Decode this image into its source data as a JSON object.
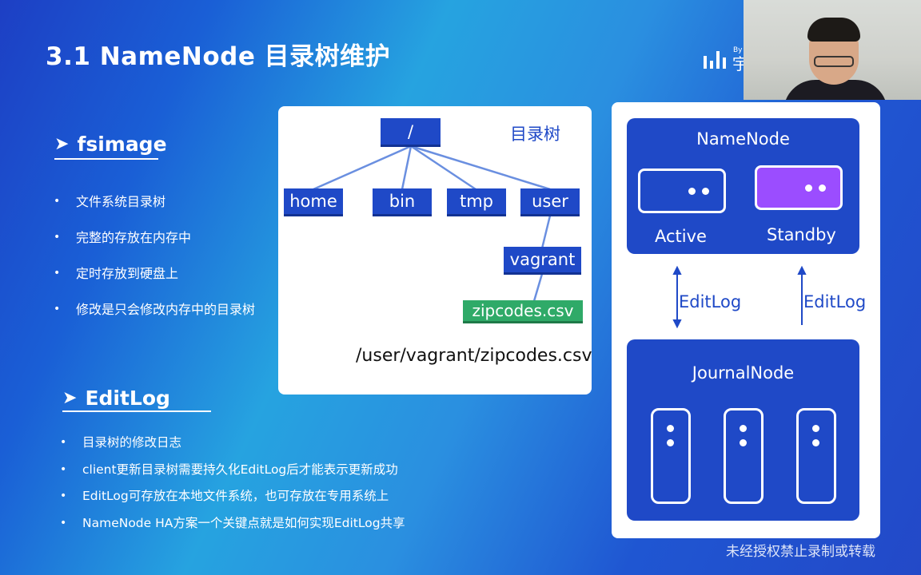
{
  "slide": {
    "title": "3.1 NameNode 目录树维护",
    "watermark": "未经授权禁止录制或转载"
  },
  "logo": {
    "by": "By",
    "char": "宇"
  },
  "fsimage": {
    "heading": "fsimage",
    "bullets": [
      "文件系统目录树",
      "完整的存放在内存中",
      "定时存放到硬盘上",
      "修改是只会修改内存中的目录树"
    ]
  },
  "editlog": {
    "heading": "EditLog",
    "bullets": [
      "目录树的修改日志",
      "client更新目录树需要持久化EditLog后才能表示更新成功",
      "EditLog可存放在本地文件系统，也可存放在专用系统上",
      "NameNode HA方案一个关键点就是如何实现EditLog共享"
    ]
  },
  "tree": {
    "label": "目录树",
    "root": "/",
    "level1": [
      "home",
      "bin",
      "tmp",
      "user"
    ],
    "vagrant": "vagrant",
    "file": "zipcodes.csv",
    "path": "/user/vagrant/zipcodes.csv"
  },
  "ha": {
    "namenode_title": "NameNode",
    "active_label": "Active",
    "standby_label": "Standby",
    "editlog_left": "EditLog",
    "editlog_right": "EditLog",
    "journalnode_title": "JournalNode"
  },
  "colors": {
    "node_blue": "#1f49c7",
    "file_green": "#2faa68",
    "standby_purple": "#9b4dff"
  }
}
